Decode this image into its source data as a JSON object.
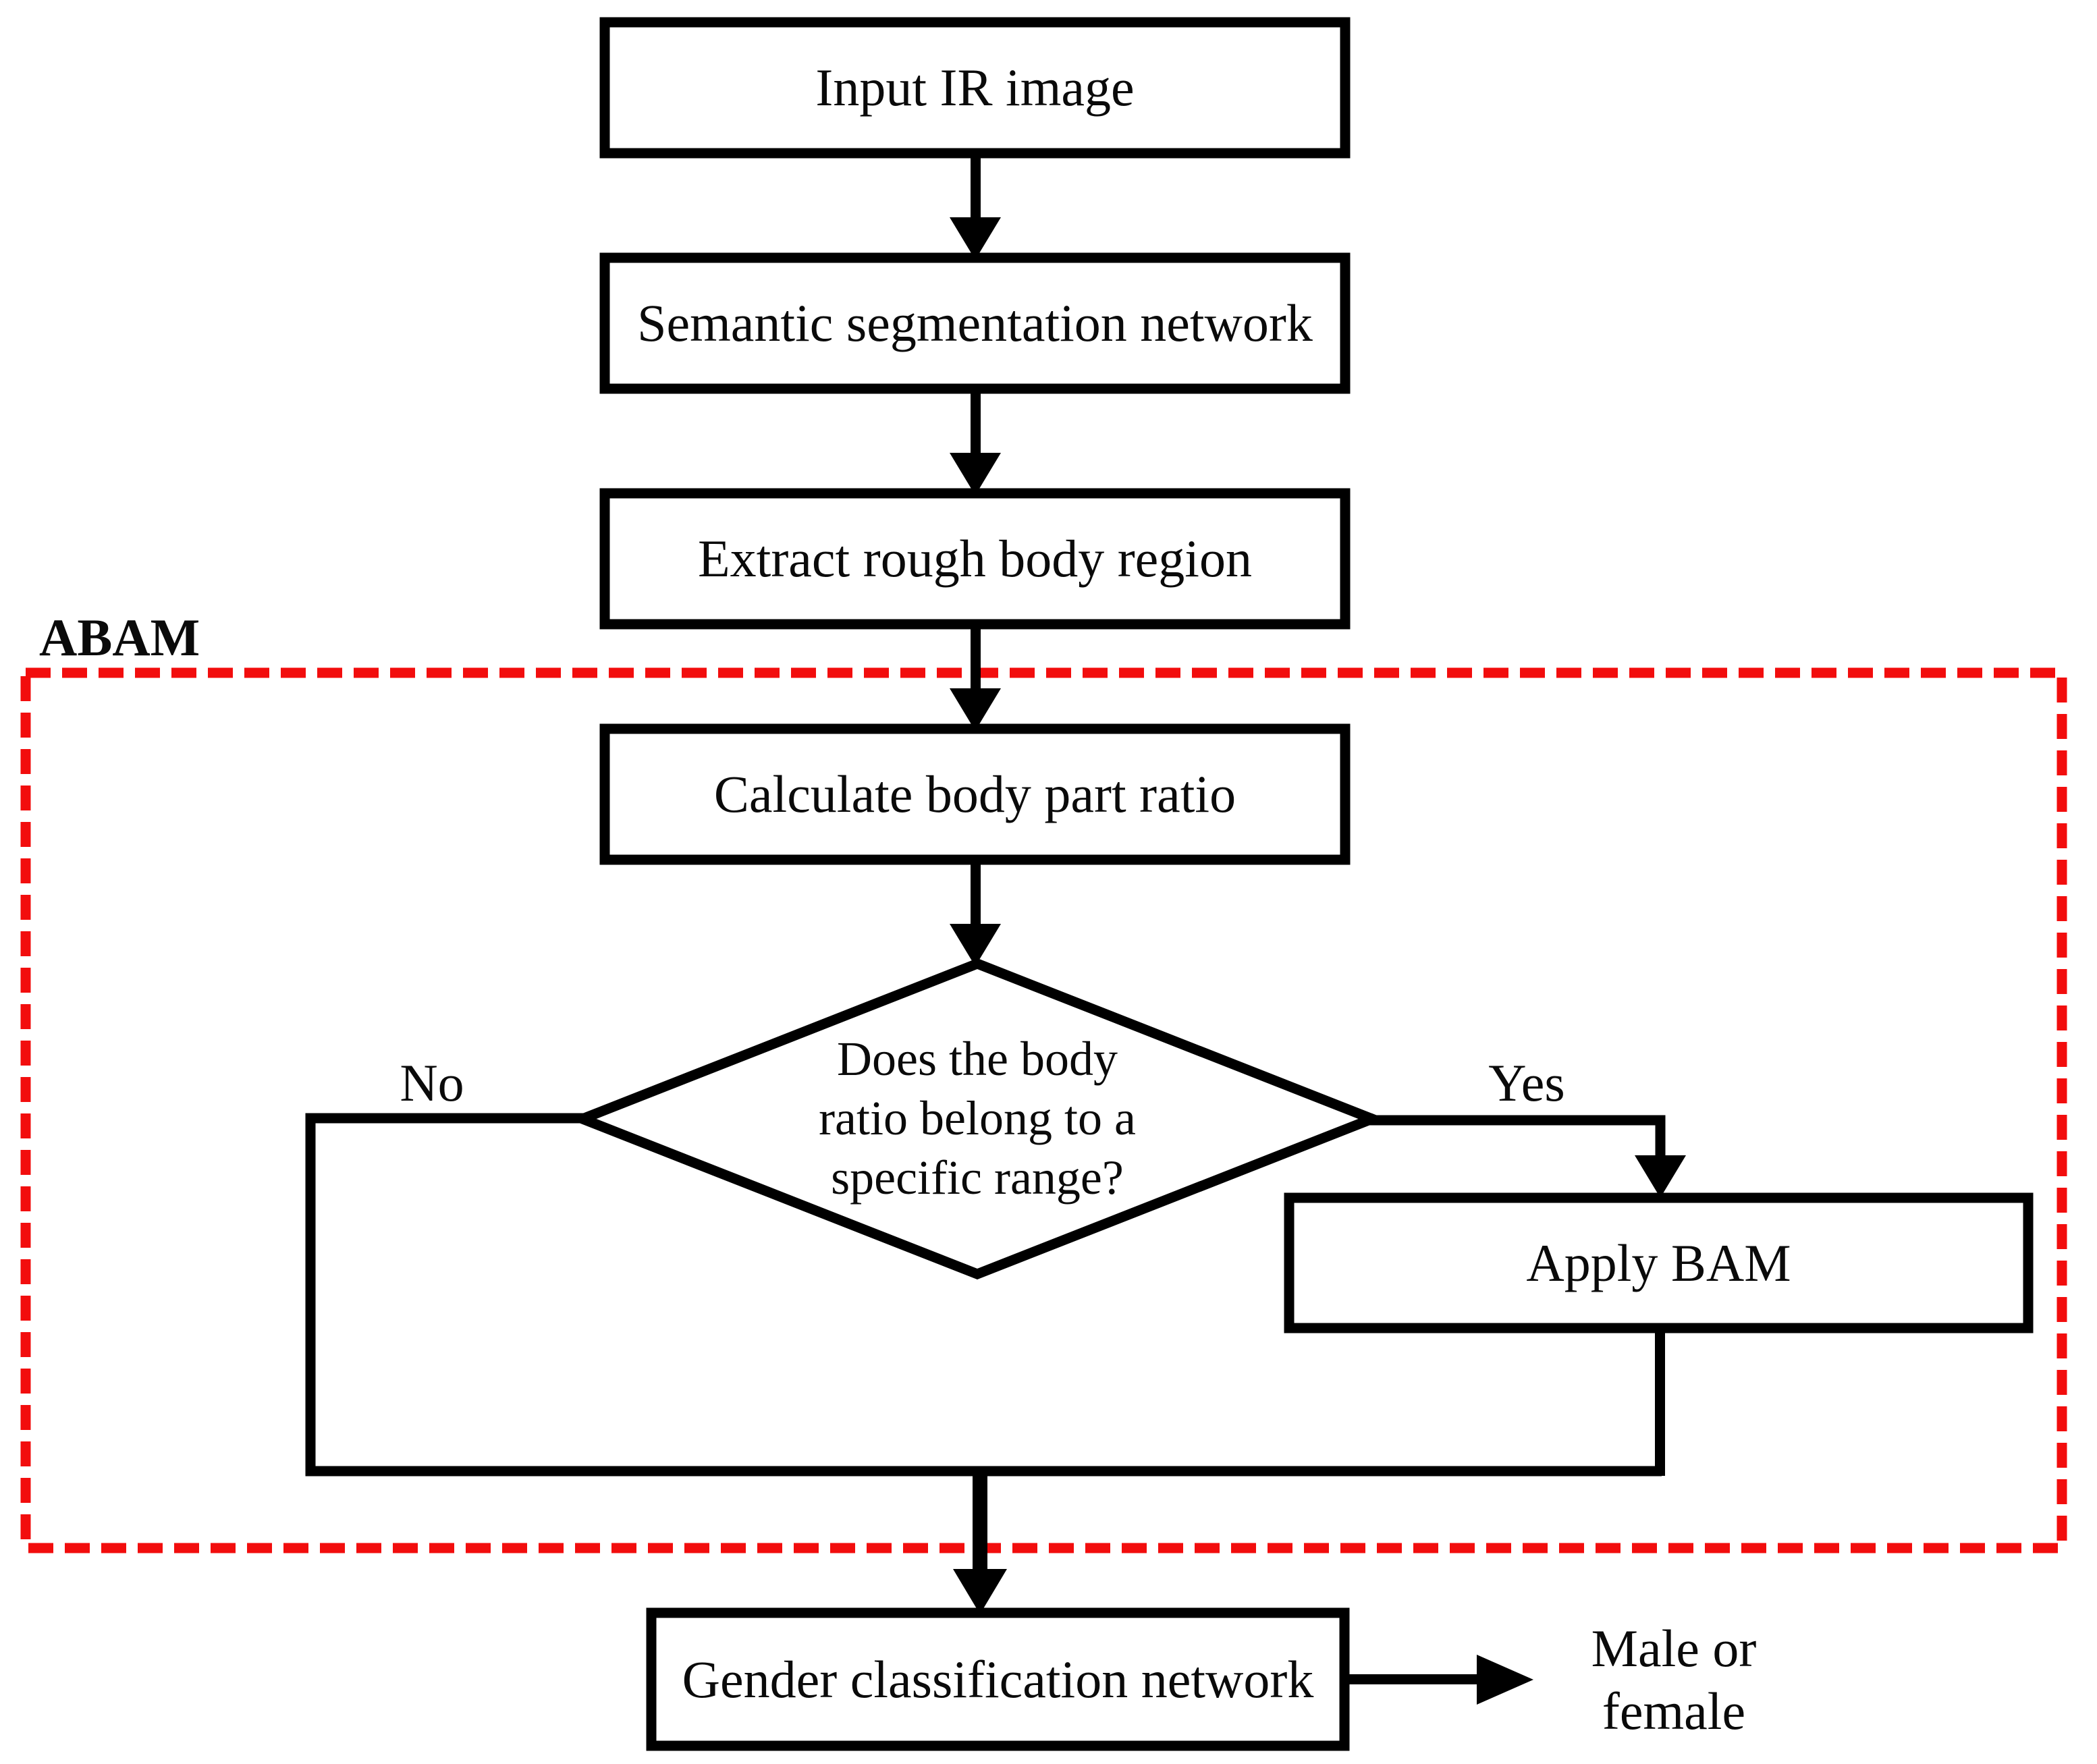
{
  "flowchart": {
    "nodes": {
      "input": "Input IR image",
      "semantic": "Semantic segmentation network",
      "extract": "Extract rough body region",
      "calculate": "Calculate body part ratio",
      "decision": "Does the body ratio belong to a specific range?",
      "apply_bam": "Apply BAM",
      "gender": "Gender classification network"
    },
    "labels": {
      "region": "ABAM",
      "no": "No",
      "yes": "Yes",
      "output": "Male or female"
    },
    "colors": {
      "accent_red": "#f20d0d",
      "line_black": "#000000"
    }
  }
}
